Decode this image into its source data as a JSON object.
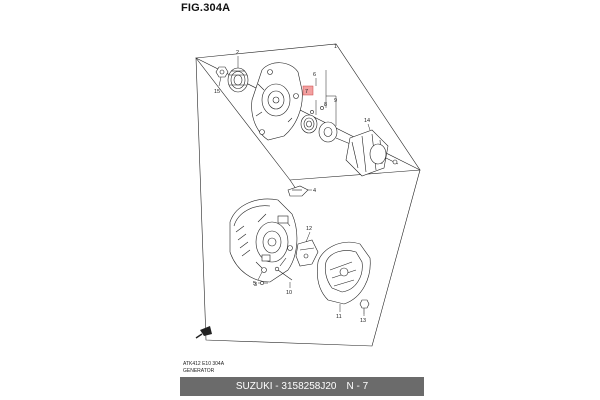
{
  "figure": {
    "title": "FIG.304A",
    "code": "ATK412 E10 304A",
    "name": "GENERATOR"
  },
  "footer": {
    "brand": "SUZUKI",
    "part_number": "3158258J20",
    "separator": "-",
    "page": "N - 7"
  },
  "callouts": [
    "1",
    "2",
    "15",
    "6",
    "7",
    "8",
    "9",
    "14",
    "4",
    "12",
    "3",
    "10",
    "5",
    "11",
    "13"
  ],
  "colors": {
    "footer_bar": "#6b6b6b",
    "highlight_box": "#f2a0a0",
    "line": "#222222"
  },
  "icons": {
    "direction_marker": "arrow-icon"
  }
}
